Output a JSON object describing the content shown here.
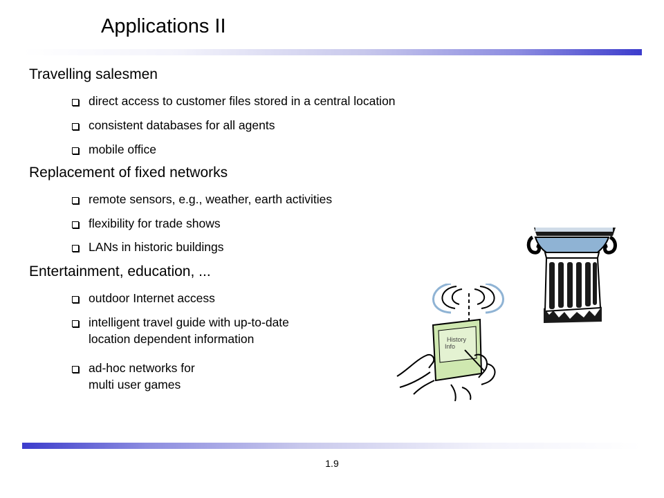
{
  "slide": {
    "title": "Applications II",
    "page_number": "1.9",
    "sections": [
      {
        "heading": "Travelling salesmen",
        "items": [
          "direct access to customer files stored in a central location",
          "consistent databases for all agents",
          "mobile office"
        ]
      },
      {
        "heading": "Replacement of fixed networks",
        "items": [
          "remote sensors, e.g., weather, earth activities",
          "flexibility for trade shows",
          "LANs in historic buildings"
        ]
      },
      {
        "heading": "Entertainment, education, ...",
        "items": [
          "outdoor Internet access",
          "intelligent travel guide with up-to-date\nlocation dependent information",
          "ad-hoc networks for\nmulti user games"
        ]
      }
    ],
    "illustration": {
      "device_label_line1": "History",
      "device_label_line2": "Info",
      "icons": [
        "greek-column-icon",
        "handheld-device-icon",
        "wireless-signal-icon"
      ]
    },
    "colors": {
      "accent_bar": "#3c3ccc",
      "device_green": "#cfe8b0"
    }
  }
}
